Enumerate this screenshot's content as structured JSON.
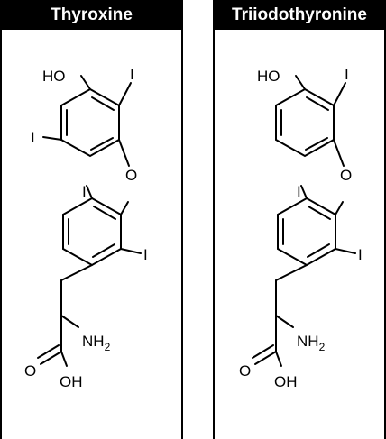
{
  "panels": [
    {
      "title": "Thyroxine",
      "atoms": {
        "ho": "HO",
        "i_top": "I",
        "i_left": "I",
        "o_ether": "O",
        "i_mid_left": "I",
        "i_mid_right": "I",
        "nh": "NH",
        "nh_sub": "2",
        "o_carbonyl": "O",
        "oh": "OH"
      }
    },
    {
      "title": "Triiodothyronine",
      "atoms": {
        "ho": "HO",
        "i_top": "I",
        "o_ether": "O",
        "i_mid_left": "I",
        "i_mid_right": "I",
        "nh": "NH",
        "nh_sub": "2",
        "o_carbonyl": "O",
        "oh": "OH"
      }
    }
  ]
}
